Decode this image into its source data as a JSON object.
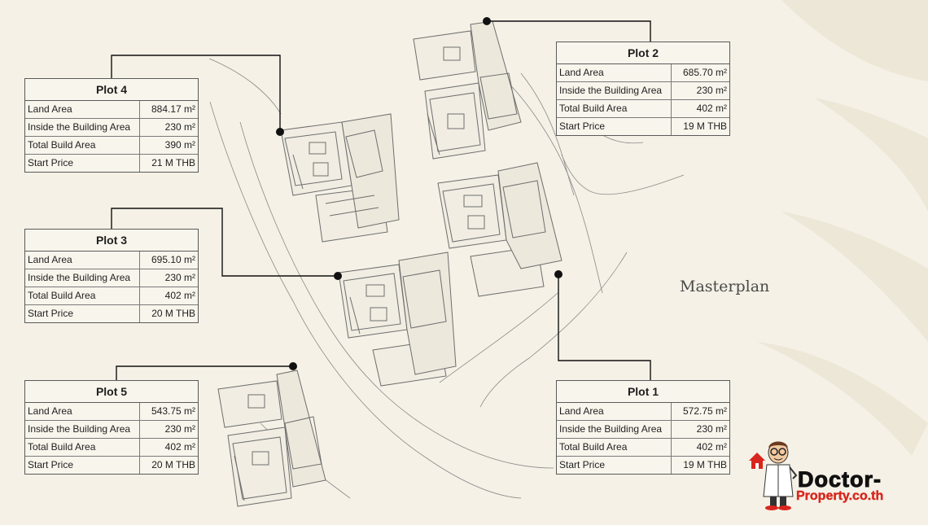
{
  "title": "Masterplan",
  "plots": [
    {
      "id": "plot-4",
      "name": "Plot 4",
      "rows": [
        {
          "label": "Land Area",
          "value": "884.17 m²"
        },
        {
          "label": "Inside the Building Area",
          "value": "230 m²"
        },
        {
          "label": "Total Build Area",
          "value": "390 m²"
        },
        {
          "label": "Start Price",
          "value": "21 M THB"
        }
      ]
    },
    {
      "id": "plot-3",
      "name": "Plot 3",
      "rows": [
        {
          "label": "Land Area",
          "value": "695.10 m²"
        },
        {
          "label": "Inside the Building Area",
          "value": "230 m²"
        },
        {
          "label": "Total Build Area",
          "value": "402 m²"
        },
        {
          "label": "Start Price",
          "value": "20 M THB"
        }
      ]
    },
    {
      "id": "plot-5",
      "name": "Plot 5",
      "rows": [
        {
          "label": "Land Area",
          "value": "543.75 m²"
        },
        {
          "label": "Inside the Building Area",
          "value": "230 m²"
        },
        {
          "label": "Total Build Area",
          "value": "402 m²"
        },
        {
          "label": "Start Price",
          "value": "20 M THB"
        }
      ]
    },
    {
      "id": "plot-2",
      "name": "Plot 2",
      "rows": [
        {
          "label": "Land Area",
          "value": "685.70 m²"
        },
        {
          "label": "Inside the Building Area",
          "value": "230 m²"
        },
        {
          "label": "Total Build Area",
          "value": "402 m²"
        },
        {
          "label": "Start Price",
          "value": "19 M THB"
        }
      ]
    },
    {
      "id": "plot-1",
      "name": "Plot 1",
      "rows": [
        {
          "label": "Land Area",
          "value": "572.75 m²"
        },
        {
          "label": "Inside the Building Area",
          "value": "230 m²"
        },
        {
          "label": "Total Build Area",
          "value": "402 m²"
        },
        {
          "label": "Start Price",
          "value": "19 M THB"
        }
      ]
    }
  ],
  "logo": {
    "word1": "Doctor-",
    "word2": "Property.co.th"
  },
  "colors": {
    "background": "#f5f1e6",
    "line": "#6e6e6e",
    "leader": "#111111",
    "logo_red": "#d9251d"
  }
}
